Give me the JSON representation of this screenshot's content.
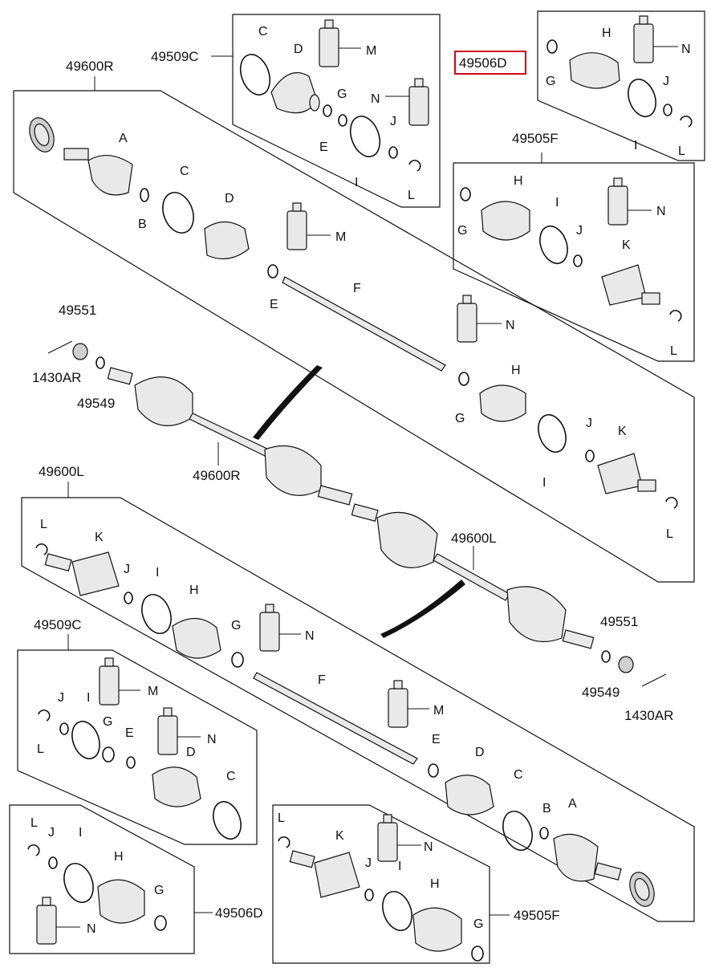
{
  "title": "",
  "colors": {
    "line": "#111111",
    "highlight": "#d0021b",
    "part_fill": "#e9e9e9"
  },
  "labels": {
    "p49600R_top": "49600R",
    "p49509C_top": "49509C",
    "p49506D_top": "49506D",
    "p49505F_top": "49505F",
    "p49551_top": "49551",
    "p1430AR_top": "1430AR",
    "p49549_top": "49549",
    "p49600R_mid": "49600R",
    "p49600L_mid": "49600L",
    "p49600L_box": "49600L",
    "p49551_bot": "49551",
    "p49549_bot": "49549",
    "p1430AR_bot": "1430AR",
    "p49509C_bot": "49509C",
    "p49506D_bot": "49506D",
    "p49505F_bot": "49505F",
    "A": "A",
    "B": "B",
    "C": "C",
    "D": "D",
    "E": "E",
    "F": "F",
    "G": "G",
    "H": "H",
    "I": "I",
    "J": "J",
    "K": "K",
    "L": "L",
    "M": "M",
    "N": "N"
  },
  "highlighted_part": "49506D"
}
